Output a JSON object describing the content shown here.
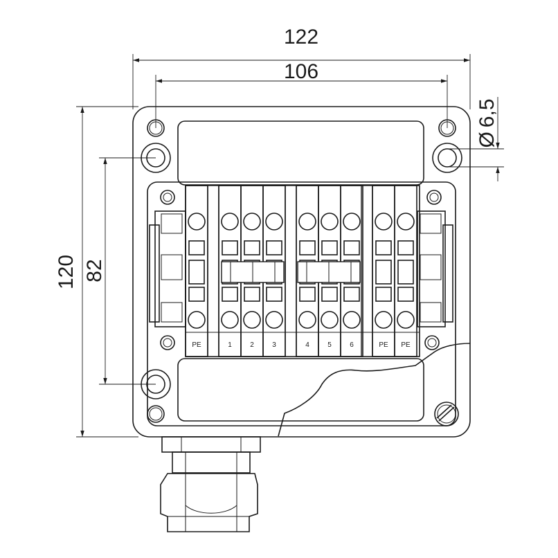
{
  "dimensions": {
    "overall_width": "122",
    "hole_spacing_width": "106",
    "overall_height": "120",
    "hole_spacing_height": "82",
    "hole_diameter_symbol": "Ø",
    "hole_diameter": "6,5"
  },
  "terminals": [
    "PE",
    "1",
    "2",
    "3",
    "4",
    "5",
    "6",
    "PE",
    "PE"
  ]
}
